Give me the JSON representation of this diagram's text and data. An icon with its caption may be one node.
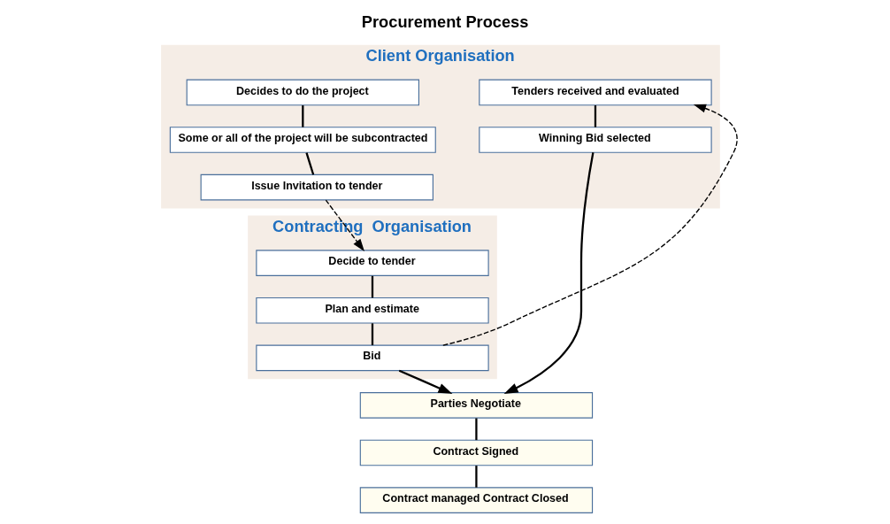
{
  "diagram": {
    "title": "Procurement Process",
    "nodes": [
      {
        "text": [
          "Client Organisation"
        ]
      },
      {
        "text": [
          "Decides to do the project"
        ],
        "in": 0
      },
      {
        "text": [
          "Some or all of the project will be subcontracted"
        ],
        "in": 0
      },
      {
        "text": [
          "Issue Invitation to tender"
        ],
        "in": 0
      },
      {
        "text": [
          "Tenders received and evaluated"
        ],
        "in": 0
      },
      {
        "text": [
          "Winning Bid selected"
        ],
        "in": 0
      },
      {
        "text": [
          "Contracting  Organisation"
        ]
      },
      {
        "text": [
          "Decide to tender"
        ],
        "in": 6
      },
      {
        "text": [
          "Plan and estimate"
        ],
        "in": 6
      },
      {
        "text": [
          "Bid"
        ],
        "in": 6
      },
      {
        "text": [
          "Parties Negotiate"
        ]
      },
      {
        "text": [
          "Contract Signed"
        ]
      },
      {
        "text": [
          "Contract managed Contract Closed"
        ]
      }
    ],
    "edges": [
      {
        "from": 1,
        "to": 2,
        "arrow": "none"
      },
      {
        "from": 2,
        "to": 3,
        "arrow": "none"
      },
      {
        "from": 3,
        "to": 7,
        "arrow": "to",
        "style": "dashed"
      },
      {
        "from": 7,
        "to": 8,
        "arrow": "none"
      },
      {
        "from": 8,
        "to": 9,
        "arrow": "none"
      },
      {
        "from": 9,
        "to": 4,
        "arrow": "to",
        "style": "dashed"
      },
      {
        "from": 4,
        "to": 5,
        "arrow": "none"
      },
      {
        "from": 5,
        "to": 10,
        "arrow": "to"
      },
      {
        "from": 9,
        "to": 10,
        "arrow": "to"
      },
      {
        "from": 10,
        "to": 11,
        "arrow": "none"
      },
      {
        "from": 11,
        "to": 12,
        "arrow": "none"
      }
    ]
  }
}
